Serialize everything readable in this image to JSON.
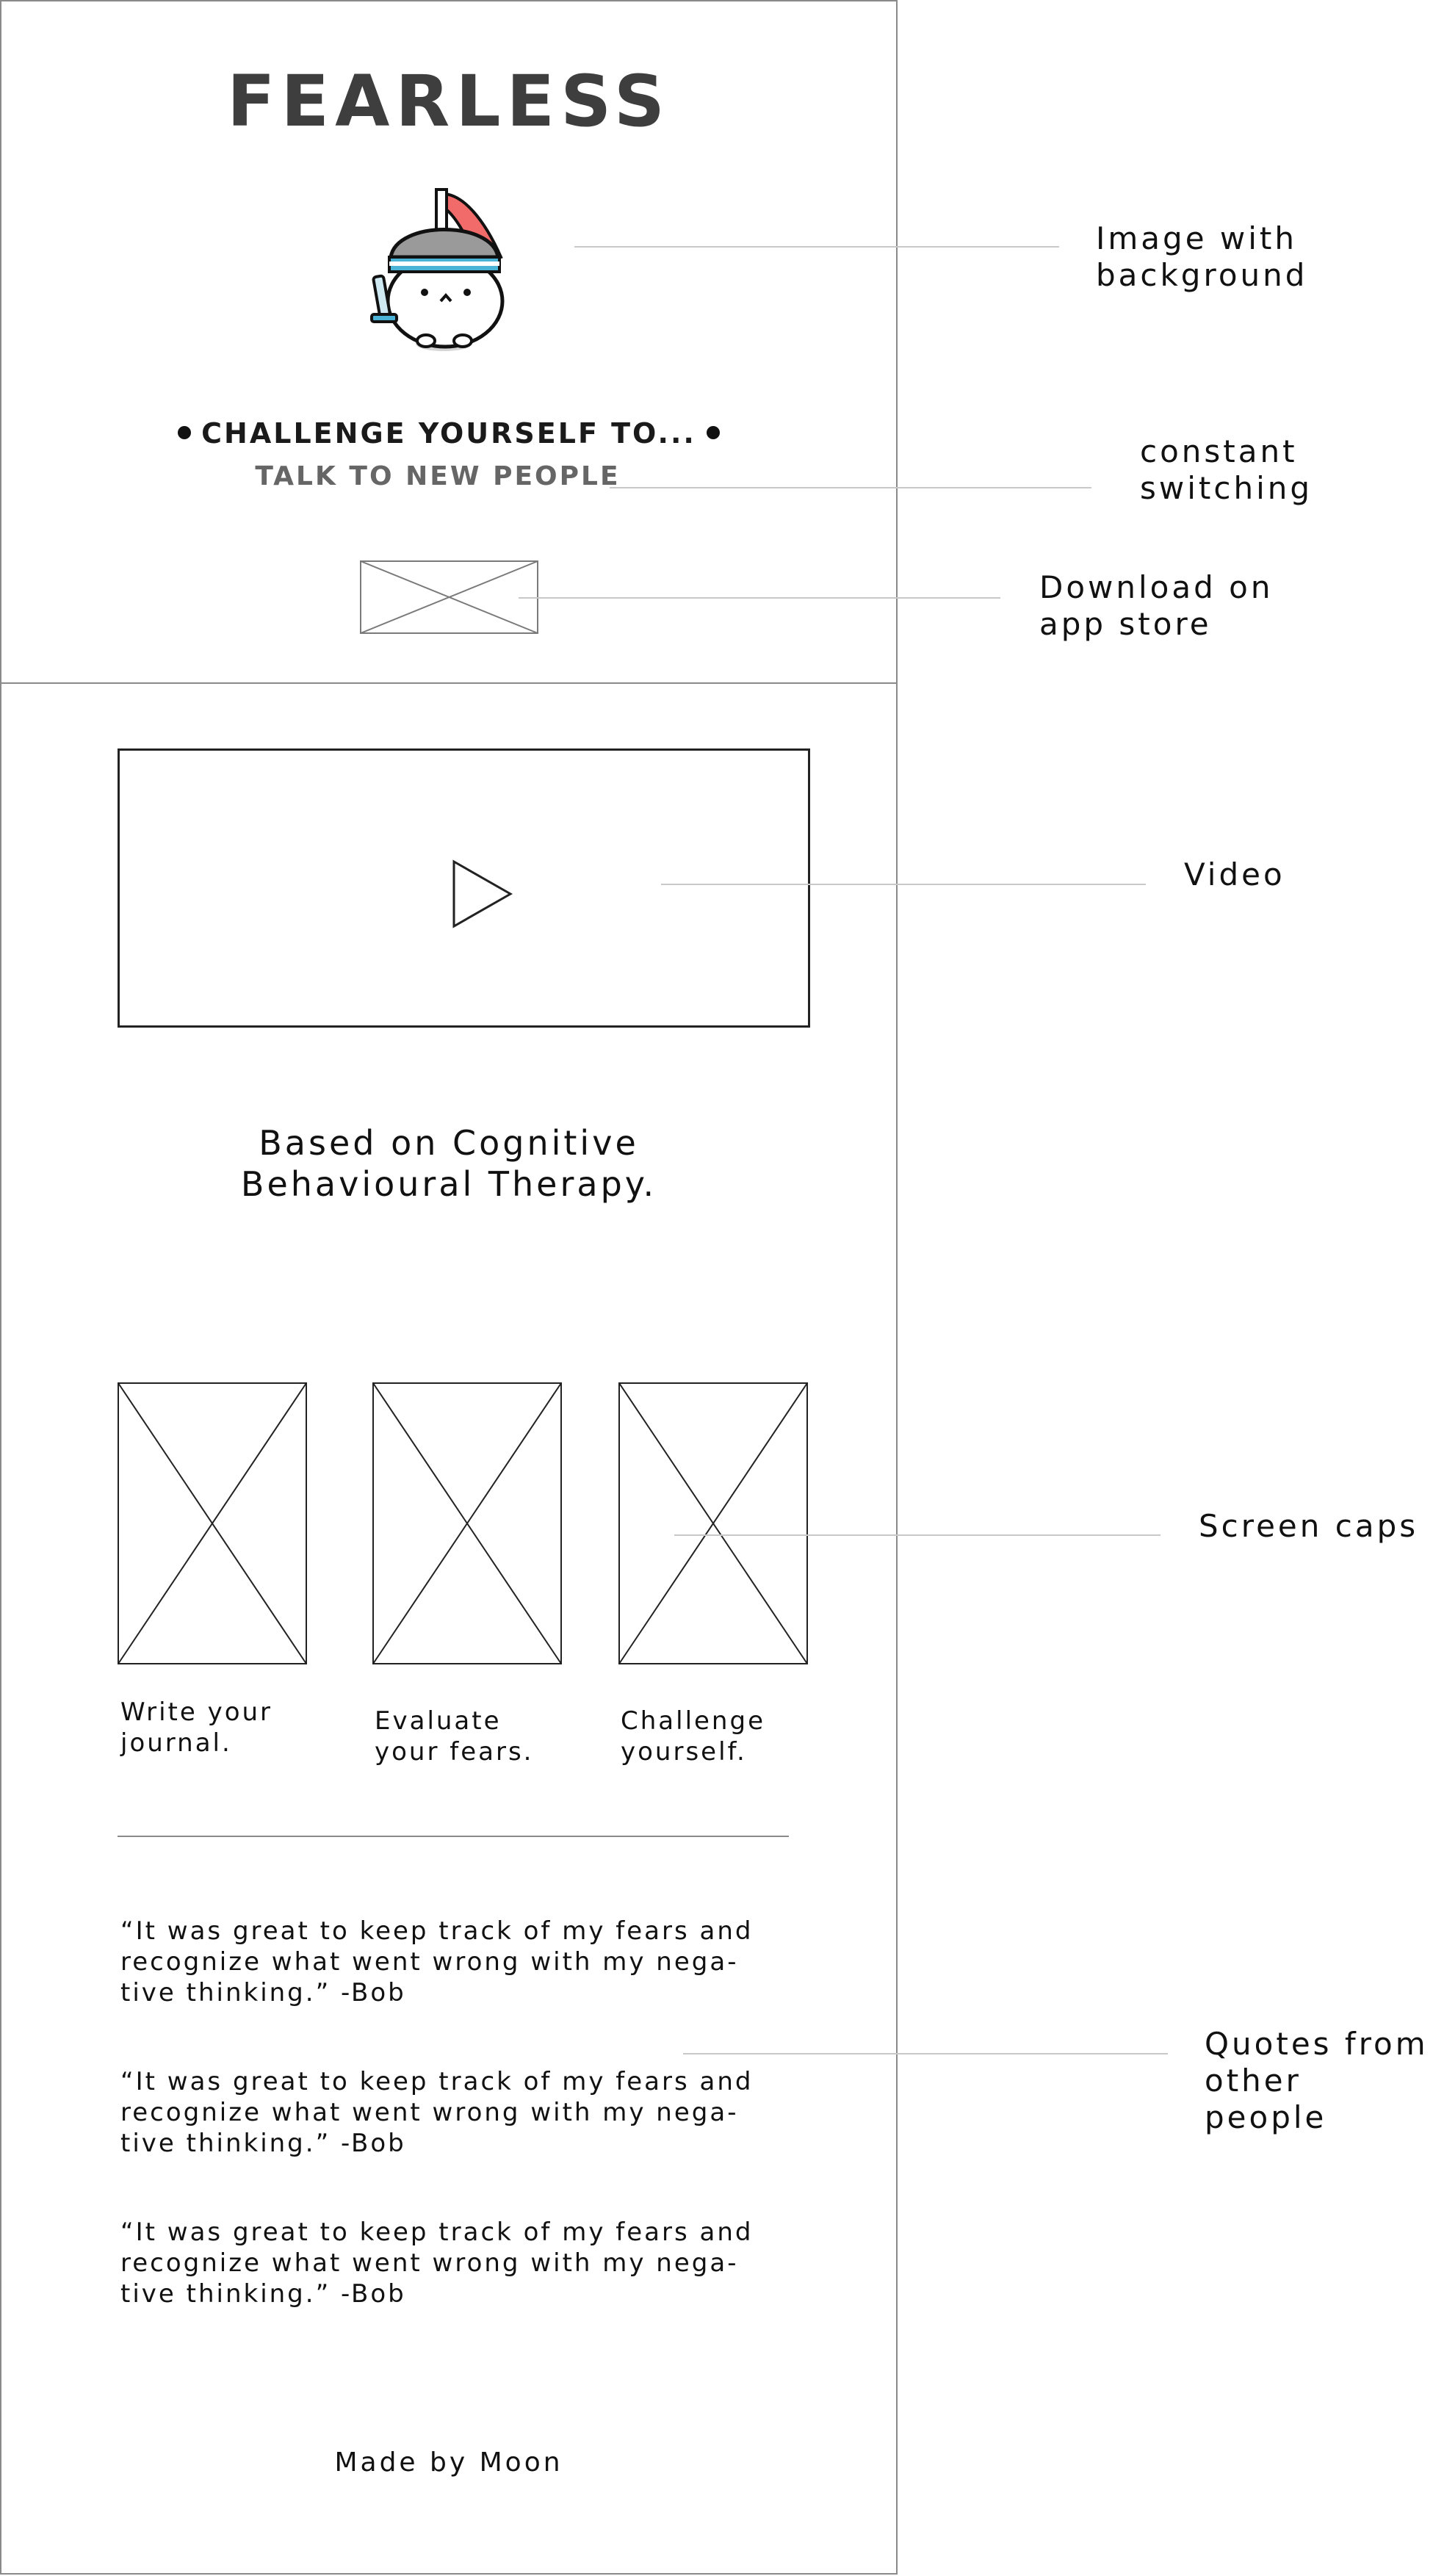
{
  "hero": {
    "title": "FEARLESS",
    "tagline": "CHALLENGE YOURSELF TO...",
    "rotating_text": "TALK TO NEW PEOPLE",
    "mascot_icon": "knight-mascot-icon",
    "app_store_badge_icon": "image-placeholder-icon"
  },
  "video": {
    "play_icon": "play-icon"
  },
  "therapy": {
    "line1": "Based on Cognitive",
    "line2": "Behavioural Therapy."
  },
  "features": [
    {
      "line1": "Write your",
      "line2": "journal."
    },
    {
      "line1": "Evaluate",
      "line2": "your fears."
    },
    {
      "line1": "Challenge",
      "line2": "yourself."
    }
  ],
  "quotes": [
    {
      "line1": "“It was great to keep track of my fears and",
      "line2": "recognize what went wrong with my nega-",
      "line3": "tive thinking.” -Bob"
    },
    {
      "line1": "“It was great to keep track of my fears and",
      "line2": "recognize what went wrong with my nega-",
      "line3": "tive thinking.” -Bob"
    },
    {
      "line1": "“It was great to keep track of my fears and",
      "line2": "recognize what went wrong with my nega-",
      "line3": "tive thinking.” -Bob"
    }
  ],
  "footer": {
    "text": "Made by Moon"
  },
  "annotations": {
    "image": {
      "line1": "Image with",
      "line2": "background"
    },
    "switching": {
      "line1": "constant",
      "line2": "switching"
    },
    "download": {
      "line1": "Download on",
      "line2": "app store"
    },
    "video": {
      "line1": "Video"
    },
    "screencaps": {
      "line1": "Screen caps"
    },
    "quotes": {
      "line1": "Quotes from",
      "line2": "other people"
    }
  },
  "colors": {
    "frame": "#8a8a8a",
    "title": "#3e3e3e",
    "rotating_text": "#666666",
    "mascot_plume": "#f26b6b",
    "mascot_helmet": "#9a9a9a",
    "mascot_band": "#4ab3d6"
  }
}
